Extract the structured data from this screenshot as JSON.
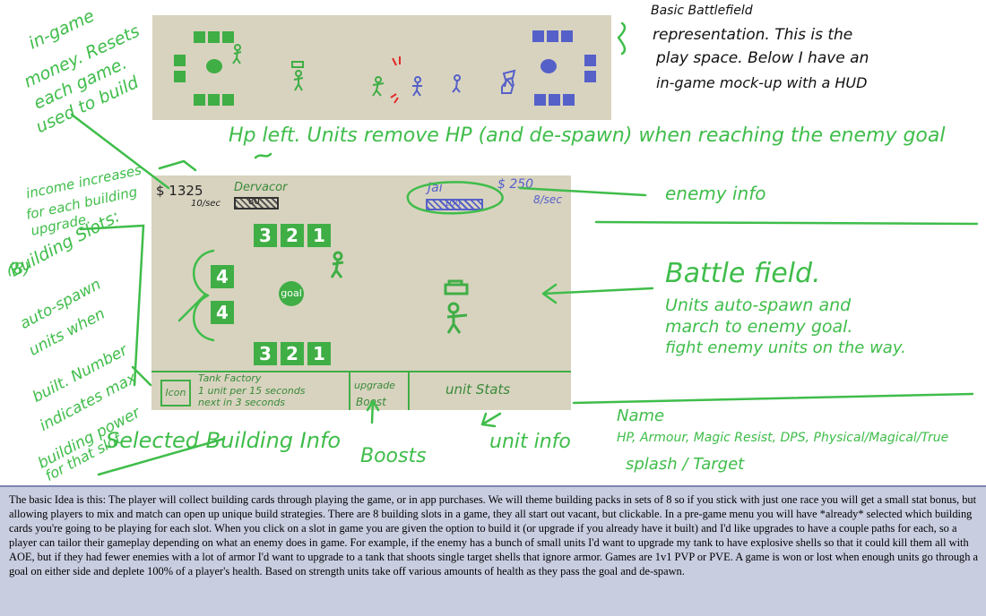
{
  "notes": {
    "top_right": [
      "Basic Battlefield",
      "representation. This is the",
      "play space. Below I have an",
      "in-game mock-up with a HUD"
    ],
    "money": [
      "in-game",
      "money. Resets",
      "each game.",
      "used to build"
    ],
    "hp": "Hp left. Units remove HP (and de-spawn) when reaching the enemy goal",
    "income": [
      "income increases",
      "for each building",
      "upgrade."
    ],
    "enemy_info": "enemy info",
    "battlefield_title": "Battle field.",
    "battlefield_desc": [
      "Units auto-spawn and",
      "march to enemy goal.",
      "fight enemy units on the way."
    ],
    "slots": [
      "(8)",
      "Building Slots:",
      "auto-spawn",
      "units when",
      "built. Number",
      "indicates max",
      "building power",
      "for that slot"
    ],
    "selected": "Selected Building Info",
    "boosts": "Boosts",
    "unit_info": "unit info",
    "unit_stats_list": [
      "Name",
      "HP, Armour, Magic Resist, DPS, Physical/Magical/True",
      "splash / Target"
    ]
  },
  "hud": {
    "player_money": "$ 1325",
    "player_income": "10/sec",
    "player_name": "Dervacor",
    "player_hp": "80",
    "enemy_name": "Jai",
    "enemy_money": "$ 250",
    "enemy_income": "8/sec",
    "enemy_hp": "100",
    "slots_top": [
      "3",
      "2",
      "1"
    ],
    "slots_left": [
      "4",
      "4"
    ],
    "slots_bottom": [
      "3",
      "2",
      "1"
    ],
    "goal": "goal",
    "icon": "Icon",
    "factory_lines": [
      "Tank Factory",
      "1 unit per 15 seconds",
      "next in 3 seconds"
    ],
    "upgrade": "upgrade",
    "boost": "Boost",
    "unit_stats": "unit Stats"
  },
  "description": "The basic Idea is this: The player will collect building cards through playing the game, or in app purchases. We will theme building packs in sets of 8 so if you stick with just one race you will get a small stat bonus, but allowing players to mix and match can open up unique build strategies. There are 8 building slots in a game, they all start out vacant, but clickable. In a pre-game menu you will have *already* selected which building cards you're going to be playing for each slot. When you click on a slot in game you are given the option to build it (or upgrade if you already have it built) and I'd like upgrades to have a couple paths for each, so a player can tailor their gameplay depending on what an enemy does in game. For example, if the enemy has a bunch of small units I'd want to upgrade my tank to have explosive shells so that it could kill them all with AOE, but if they had fewer enemies with a lot of armor I'd want to upgrade to a tank that shoots single target shells that ignore armor. Games are 1v1 PVP or PVE. A game is won or lost when enough units go through a goal on either side and deplete 100% of a player's health. Based on strength units take off various amounts of health as they pass the goal and de-spawn."
}
